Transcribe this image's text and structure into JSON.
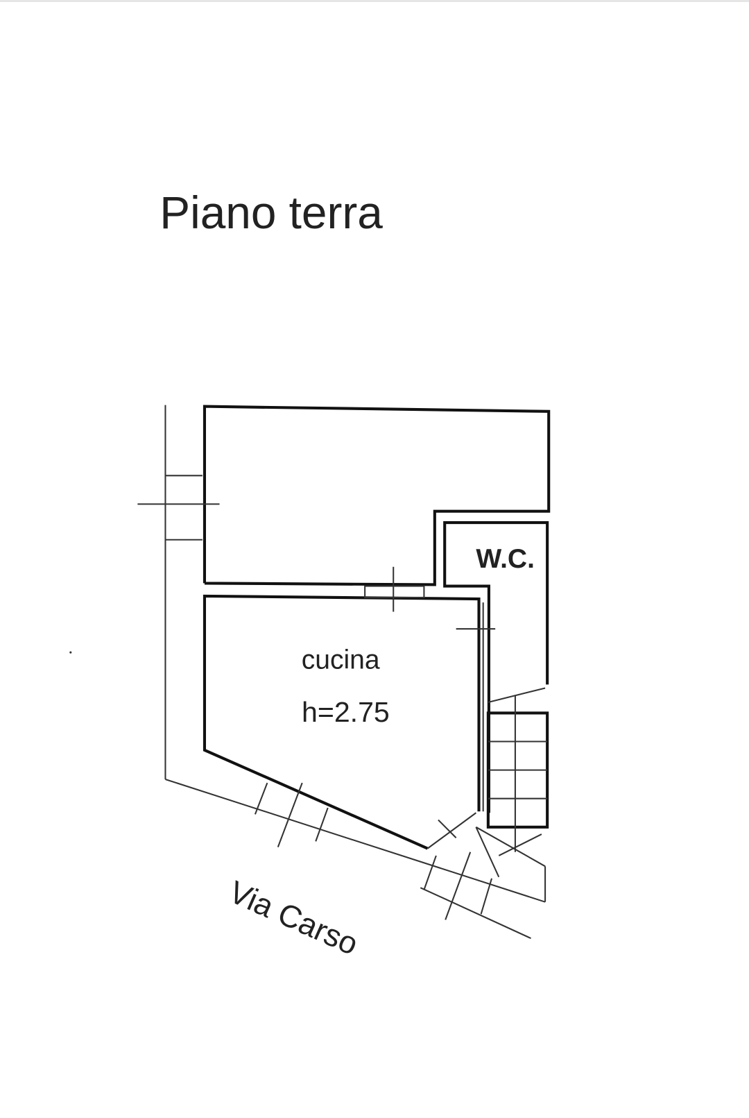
{
  "title": "Piano terra",
  "rooms": {
    "wc": "W.C.",
    "kitchen": "cucina",
    "kitchen_height": "h=2.75"
  },
  "street": "Via Carso"
}
